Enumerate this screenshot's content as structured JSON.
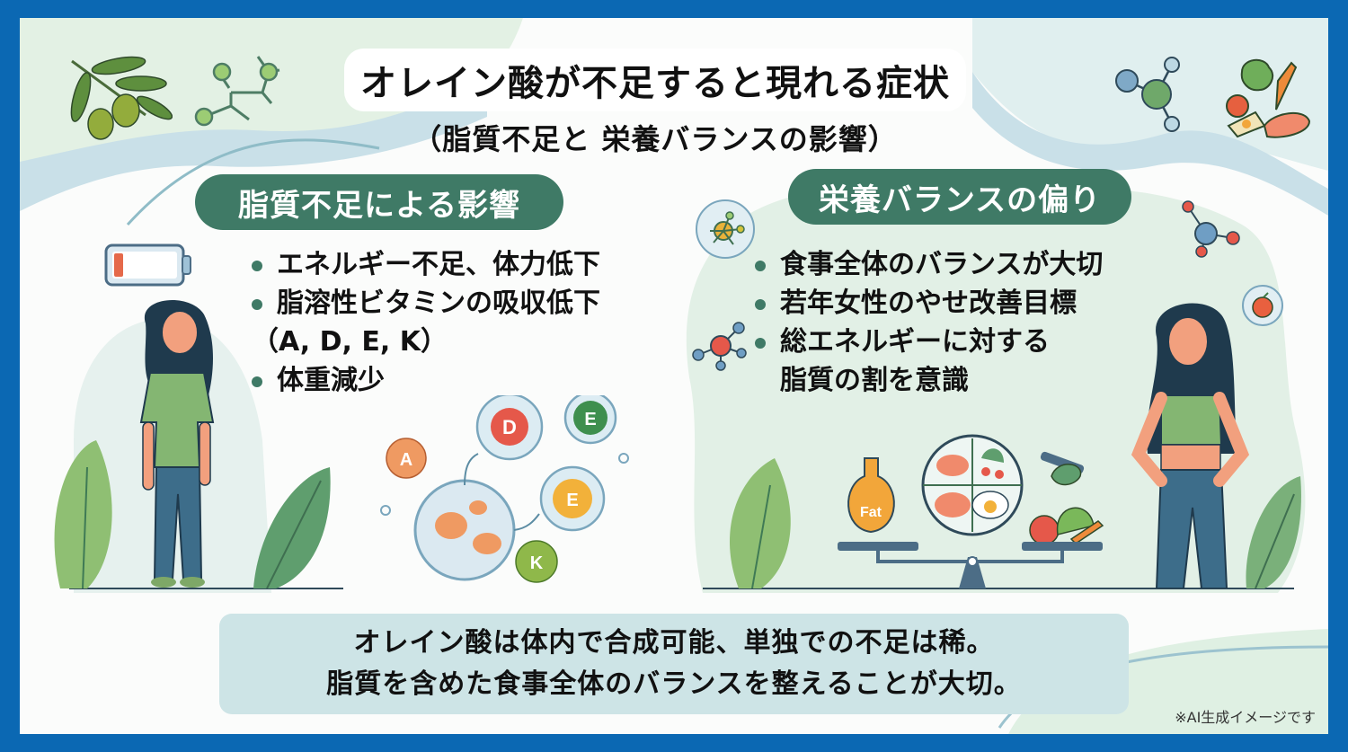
{
  "header": {
    "title": "オレイン酸が不足すると現れる症状",
    "subtitle": "（脂質不足と 栄養バランスの影響）"
  },
  "left_section": {
    "heading": "脂質不足による影響",
    "bullets": [
      {
        "text": "エネルギー不足、体力低下"
      },
      {
        "text": "脂溶性ビタミンの吸収低下",
        "continuation": "（A, D, E, K）"
      },
      {
        "text": "体重減少"
      }
    ],
    "vitamins": [
      "A",
      "D",
      "E",
      "E",
      "K"
    ],
    "battery_level": "low"
  },
  "right_section": {
    "heading": "栄養バランスの偏り",
    "bullets": [
      {
        "text": "食事全体のバランスが大切"
      },
      {
        "text": "若年女性のやせ改善目標"
      },
      {
        "text": "総エネルギーに対する",
        "continuation": "脂質の割を意識"
      }
    ],
    "flask_label": "Fat"
  },
  "footer": {
    "line1": "オレイン酸は体内で合成可能、単独での不足は稀。",
    "line2": "脂質を含めた食事全体のバランスを整えることが大切。",
    "note": "※AI生成イメージです"
  },
  "colors": {
    "border": "#0b68b3",
    "pill": "#3f7a66",
    "bullet_dot": "#3f7a66",
    "footer_box": "#cde4e6",
    "mint_bg": "#e2f0e6",
    "wave_blue": "#c7dfe6"
  }
}
